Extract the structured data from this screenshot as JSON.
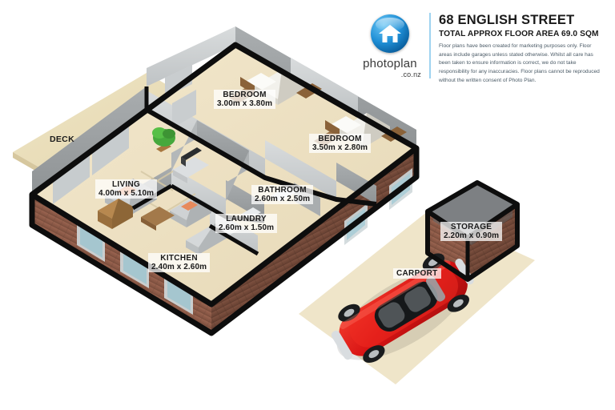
{
  "header": {
    "logo": {
      "icon": "house-logo-icon",
      "wordmark": "photoplan",
      "tld": ".co.nz"
    },
    "title": "68 ENGLISH STREET",
    "subtitle": "TOTAL APPROX FLOOR AREA 69.0 SQM",
    "disclaimer": "Floor plans have been created for marketing purposes only. Floor areas include garages unless stated otherwise. Whilst all care has been taken to ensure information is correct, we do not take responsibility for any inaccuracies. Floor plans cannot be reproduced without the written consent of Photo Plan."
  },
  "floorplan": {
    "type": "3d-isometric-floor-plan",
    "rooms": [
      {
        "id": "deck",
        "name": "DECK",
        "dimensions": ""
      },
      {
        "id": "living",
        "name": "LIVING",
        "dimensions": "4.00m x 5.10m"
      },
      {
        "id": "kitchen",
        "name": "KITCHEN",
        "dimensions": "2.40m x 2.60m"
      },
      {
        "id": "bedroom1",
        "name": "BEDROOM",
        "dimensions": "3.00m x 3.80m"
      },
      {
        "id": "bedroom2",
        "name": "BEDROOM",
        "dimensions": "3.50m x 2.80m"
      },
      {
        "id": "bathroom",
        "name": "BATHROOM",
        "dimensions": "2.60m x 2.50m"
      },
      {
        "id": "laundry",
        "name": "LAUNDRY",
        "dimensions": "2.60m x 1.50m"
      },
      {
        "id": "storage",
        "name": "STORAGE",
        "dimensions": "2.20m x 0.90m"
      },
      {
        "id": "carport",
        "name": "CARPORT",
        "dimensions": ""
      }
    ],
    "colors": {
      "brick": "#8d5a48",
      "wall_outline": "#111111",
      "interior_wall": "#b9bcbe",
      "floor": "#efe3c6",
      "deck": "#ece1bd",
      "carport_pad": "#efe5c9",
      "car": "#e01b1b",
      "background": "#ffffff",
      "accent_blue": "#1f8fd6"
    },
    "objects": [
      {
        "name": "car",
        "label": "red-convertible-car"
      },
      {
        "name": "bed",
        "label": "double-bed"
      },
      {
        "name": "sofa",
        "label": "sofa"
      },
      {
        "name": "tv",
        "label": "television"
      },
      {
        "name": "plant",
        "label": "potted-plant"
      }
    ]
  }
}
